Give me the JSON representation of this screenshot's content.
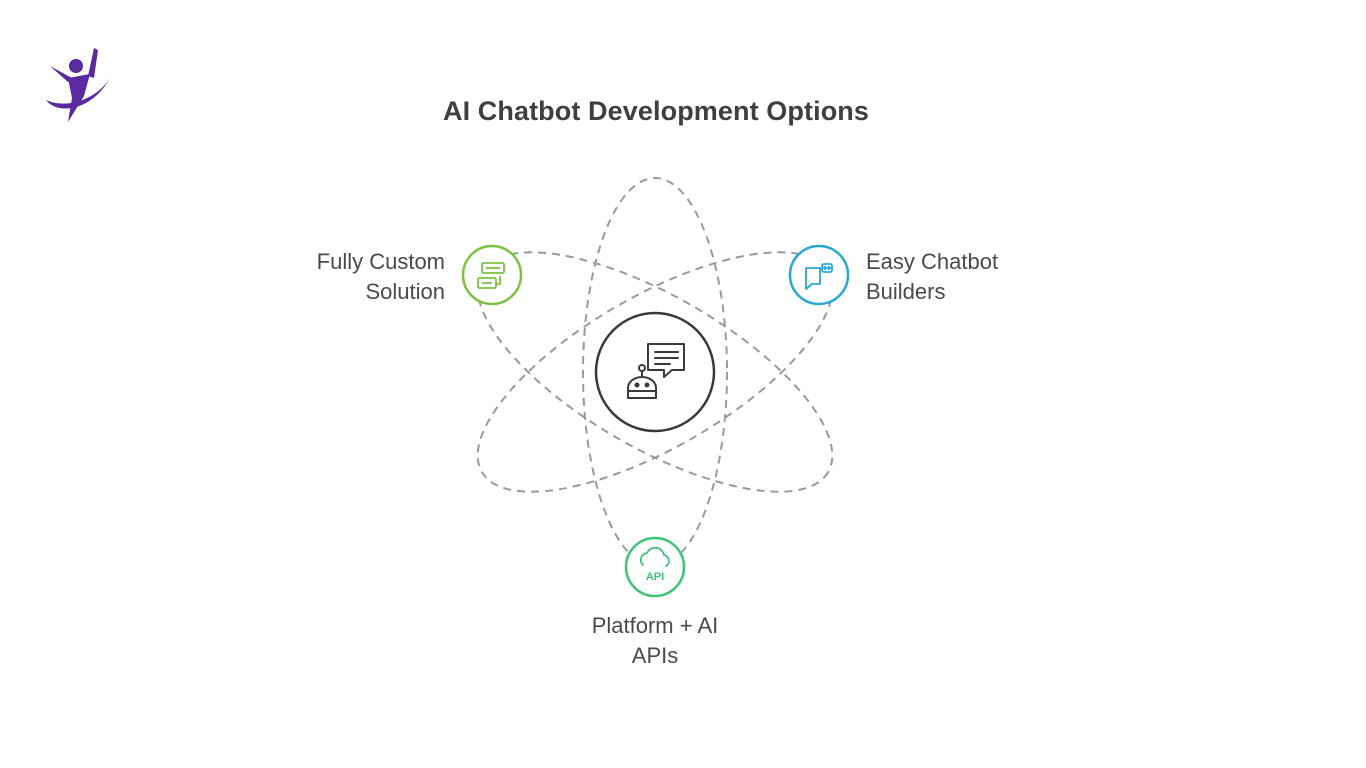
{
  "brand": {
    "logo_icon": "purple-person-swoosh-logo",
    "colors": {
      "primary": "#5b2a9e"
    }
  },
  "title": "AI Chatbot Development Options",
  "center": {
    "icon": "robot-chat-icon",
    "color": "#3a3a3a"
  },
  "options": [
    {
      "id": "custom",
      "label_line1": "Fully Custom",
      "label_line2": "Solution",
      "icon": "workflow-grid-icon",
      "color": "#7cc243"
    },
    {
      "id": "builders",
      "label_line1": "Easy Chatbot",
      "label_line2": "Builders",
      "icon": "chat-bot-bubble-icon",
      "color": "#2aa7d6"
    },
    {
      "id": "api",
      "label_line1": "Platform + AI",
      "label_line2": "APIs",
      "icon": "cloud-api-icon",
      "icon_text": "API",
      "color": "#3ec47a"
    }
  ],
  "orbit_color": "#9a9a9a"
}
